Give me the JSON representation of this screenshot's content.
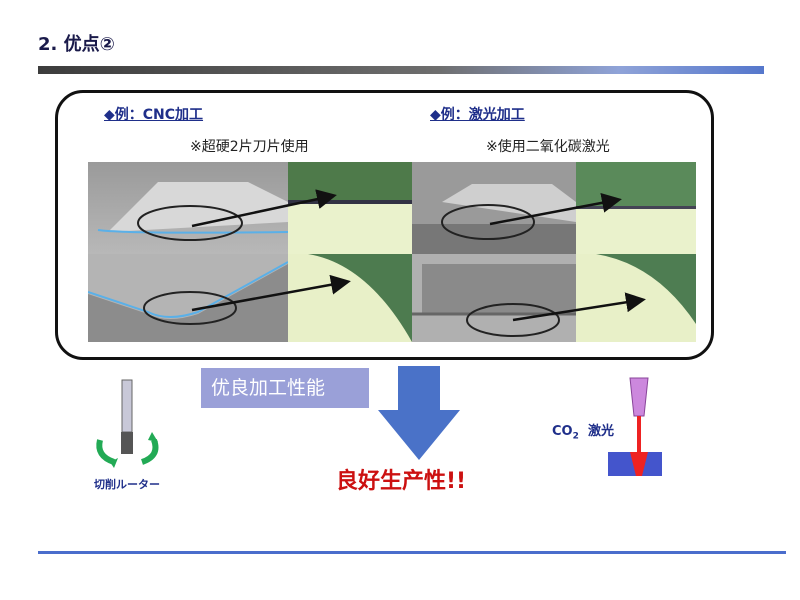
{
  "slide": {
    "title": "2. 优点②"
  },
  "left_example": {
    "label": "◆例：CNC加工",
    "note": "※超硬2片刀片使用"
  },
  "right_example": {
    "label": "◆例：激光加工",
    "note": "※使用二氧化碳激光"
  },
  "callout": {
    "text": "优良加工性能"
  },
  "result": {
    "text": "良好生产性!!"
  },
  "router_icon": {
    "caption": "切削ルーター",
    "icon": "rotating-cutter-icon"
  },
  "laser_icon": {
    "label_co": "CO",
    "label_sub": "2",
    "label_jp": "激光",
    "icon": "laser-beam-icon"
  },
  "colors": {
    "accent_blue": "#4a6dcc",
    "result_red": "#cc1111",
    "callout_purple": "#9aa0d8"
  }
}
